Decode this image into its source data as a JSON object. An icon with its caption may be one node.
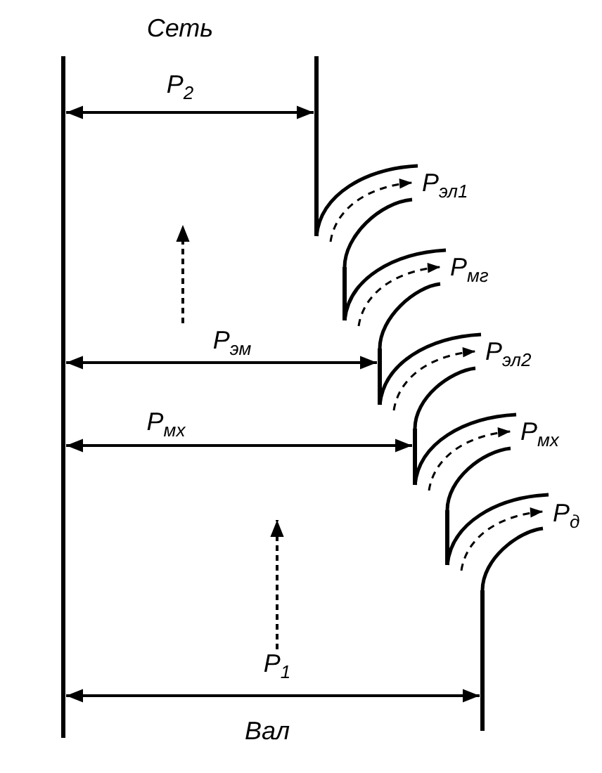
{
  "diagram": {
    "labels": [
      "Сеть",
      "P$_{2}$",
      "P$_{эл1}$",
      "P$_{мг}$",
      "P$_{эм}$",
      "P$_{эл2}$",
      "P$_{мх}$",
      "P$_{мх}$",
      "P$_{д}$",
      "P$_{1}$",
      "Вал"
    ]
  }
}
